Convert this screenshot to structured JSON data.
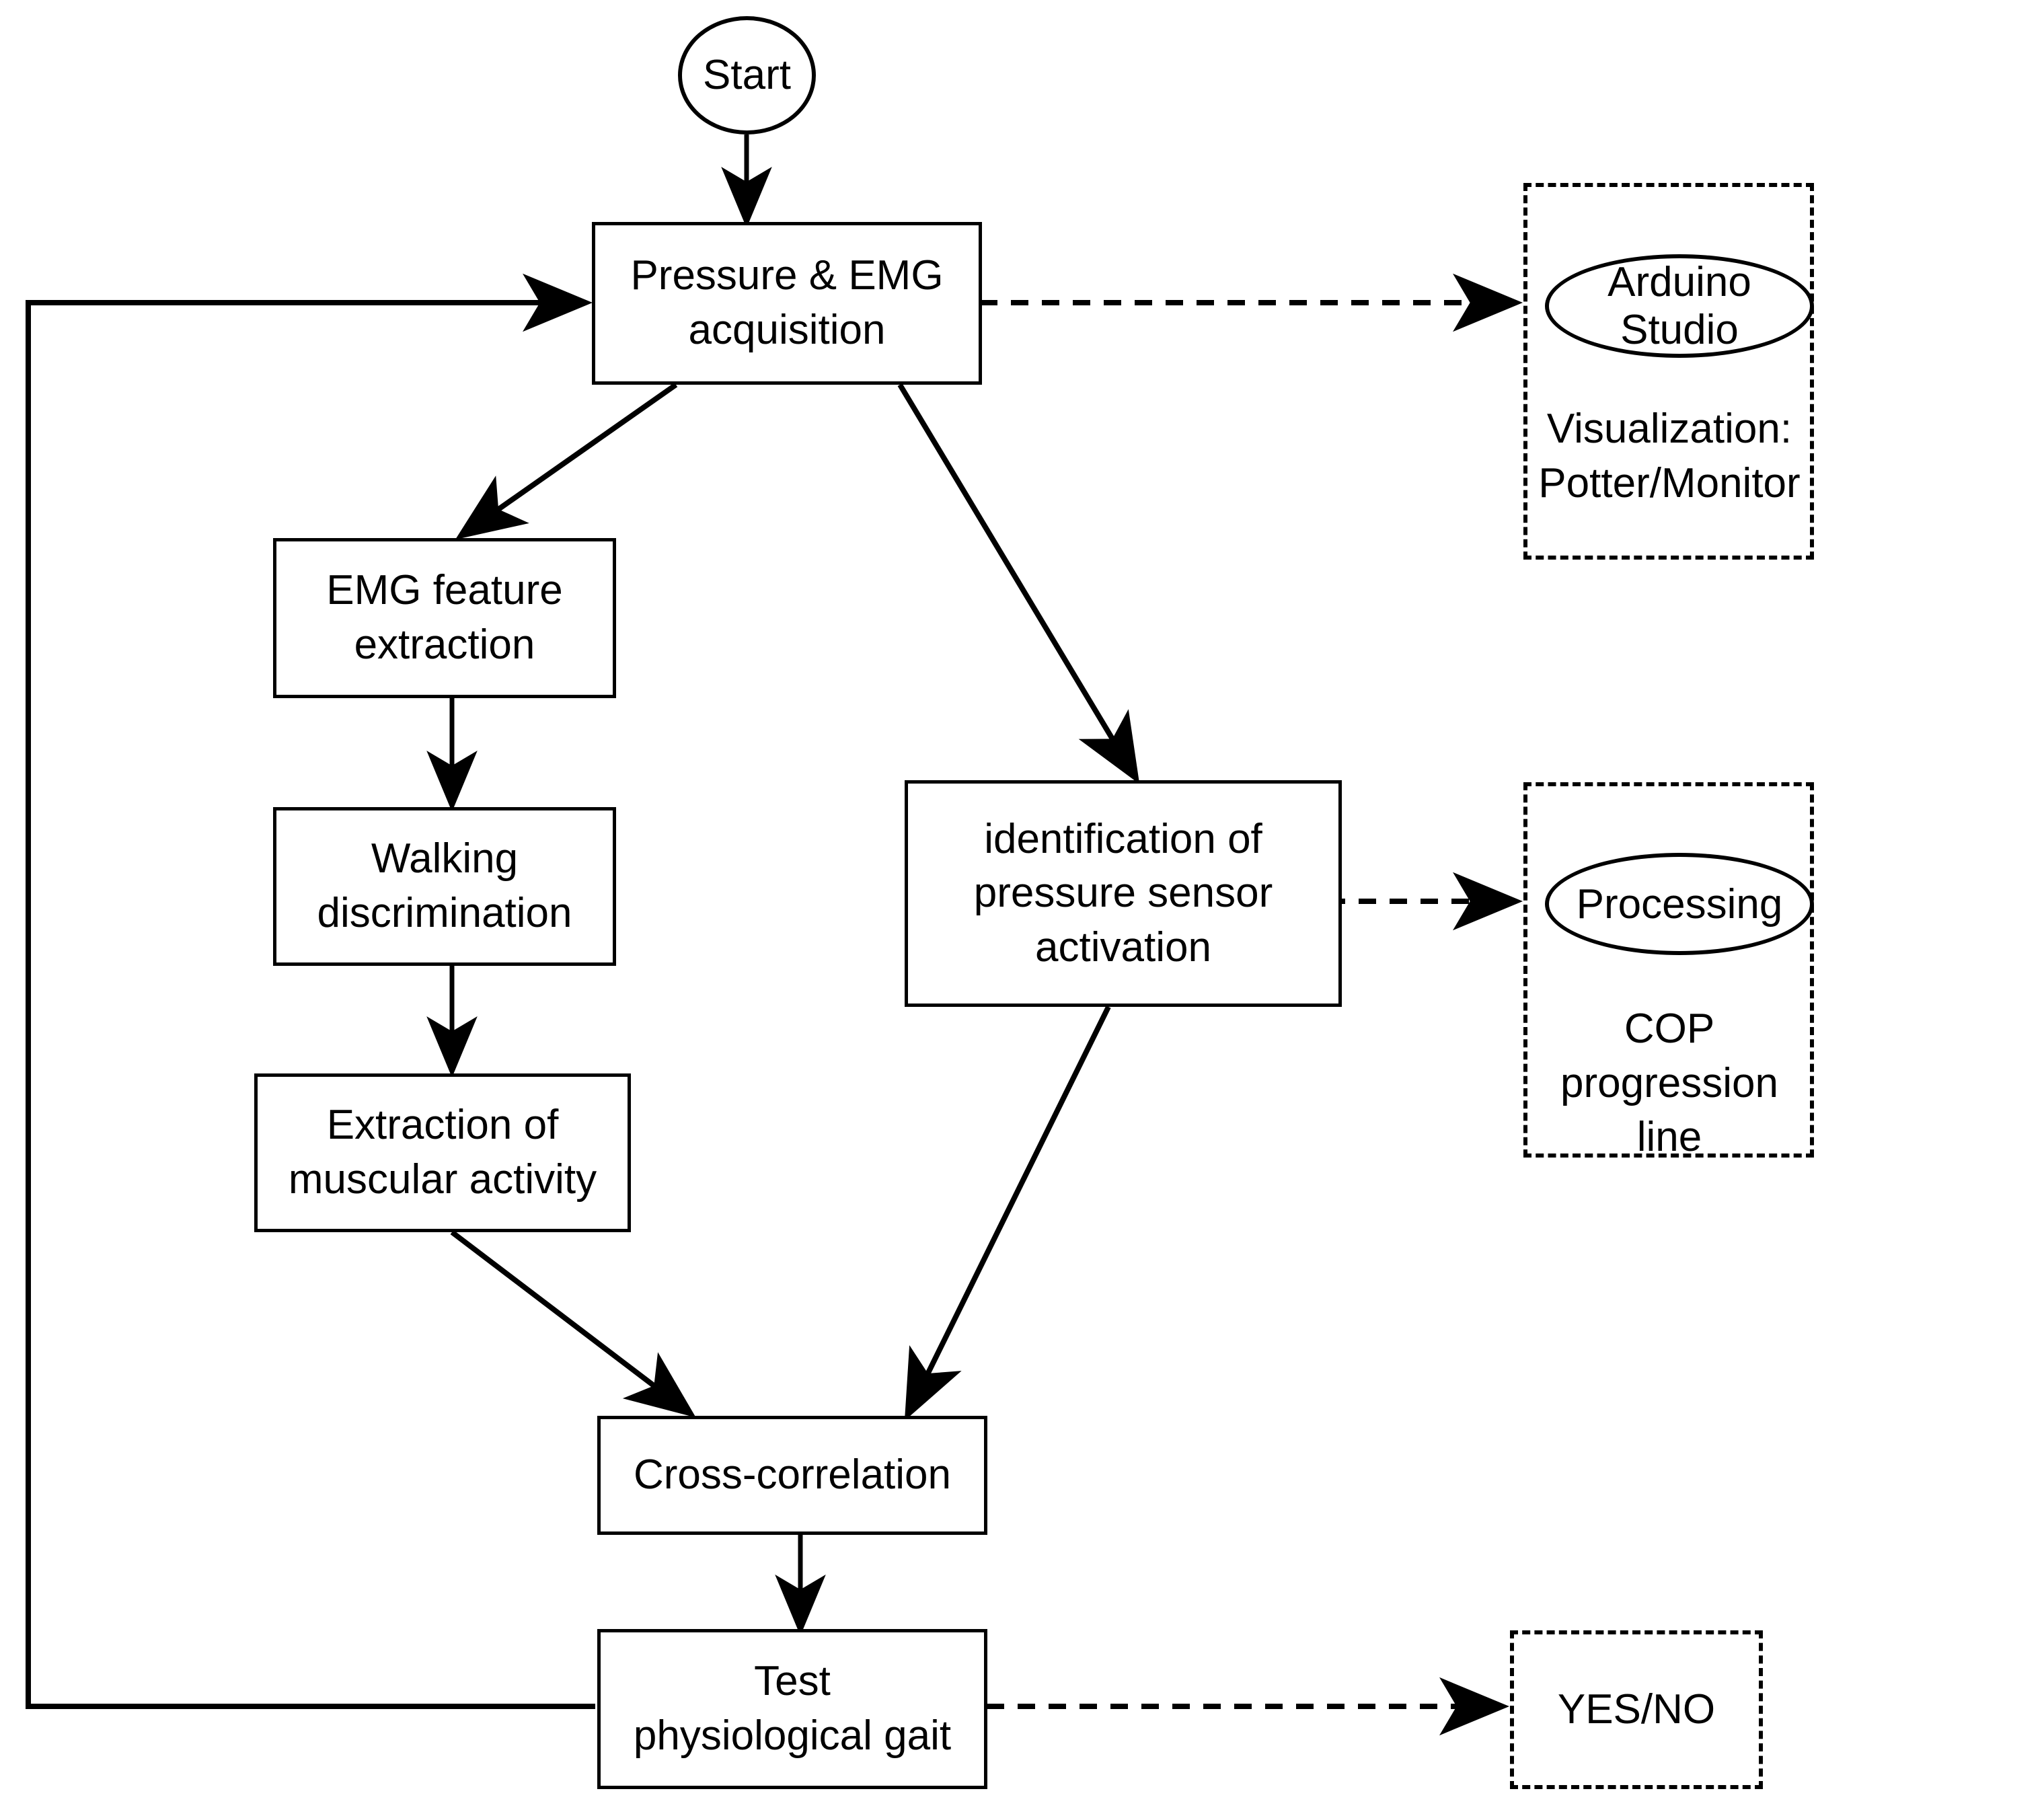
{
  "diagram": {
    "title": "Pressure and EMG gait analysis flowchart",
    "stroke_color": "#000000",
    "background_color": "#ffffff"
  },
  "nodes": {
    "start": {
      "label": "Start",
      "shape": "ellipse"
    },
    "acquisition": {
      "label": "Pressure & EMG\nacquisition",
      "shape": "rectangle"
    },
    "emg_feature": {
      "label": "EMG feature\nextraction",
      "shape": "rectangle"
    },
    "walking": {
      "label": "Walking\ndiscrimination",
      "shape": "rectangle"
    },
    "muscular": {
      "label": "Extraction of\nmuscular activity",
      "shape": "rectangle"
    },
    "identification": {
      "label": "identification of\npressure sensor\nactivation",
      "shape": "rectangle"
    },
    "cross_correlation": {
      "label": "Cross-correlation",
      "shape": "rectangle"
    },
    "test_gait": {
      "label": "Test\nphysiological gait",
      "shape": "rectangle"
    }
  },
  "side_panels": {
    "arduino": {
      "oval_label": "Arduino Studio",
      "caption": "Visualization:\nPotter/Monitor",
      "border_style": "dashed"
    },
    "processing": {
      "oval_label": "Processing",
      "caption": "COP progression\nline",
      "border_style": "dashed"
    },
    "result": {
      "label": "YES/NO",
      "border_style": "dashed"
    }
  },
  "edges": [
    {
      "from": "start",
      "to": "acquisition",
      "style": "solid",
      "arrow": true
    },
    {
      "from": "acquisition",
      "to": "emg_feature",
      "style": "solid",
      "arrow": true
    },
    {
      "from": "acquisition",
      "to": "identification",
      "style": "solid",
      "arrow": true
    },
    {
      "from": "acquisition",
      "to": "arduino",
      "style": "dashed",
      "arrow": true
    },
    {
      "from": "emg_feature",
      "to": "walking",
      "style": "solid",
      "arrow": true
    },
    {
      "from": "walking",
      "to": "muscular",
      "style": "solid",
      "arrow": true
    },
    {
      "from": "muscular",
      "to": "cross_correlation",
      "style": "solid",
      "arrow": true
    },
    {
      "from": "identification",
      "to": "cross_correlation",
      "style": "solid",
      "arrow": true
    },
    {
      "from": "identification",
      "to": "processing",
      "style": "dashed",
      "arrow": true
    },
    {
      "from": "cross_correlation",
      "to": "test_gait",
      "style": "solid",
      "arrow": true
    },
    {
      "from": "test_gait",
      "to": "result",
      "style": "dashed",
      "arrow": true
    },
    {
      "from": "test_gait",
      "to": "acquisition",
      "style": "solid",
      "arrow": true,
      "note": "feedback loop via left margin"
    }
  ]
}
